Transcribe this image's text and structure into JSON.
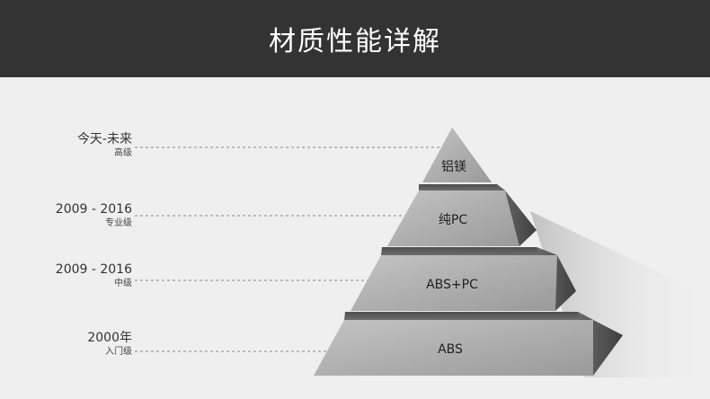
{
  "header": {
    "title": "材质性能详解"
  },
  "levels": [
    {
      "period": "今天-未来",
      "grade": "高级",
      "material": "铝镁"
    },
    {
      "period": "2009  - 2016",
      "grade": "专业级",
      "material": "纯PC"
    },
    {
      "period": "2009 - 2016",
      "grade": "中级",
      "material": "ABS+PC"
    },
    {
      "period": "2000年",
      "grade": "入门级",
      "material": "ABS"
    }
  ],
  "colors": {
    "header_bg": "#333333",
    "page_bg": "#efefef",
    "tier_front": "#a9a9a9",
    "tier_side": "#5a5a5a",
    "dashed_line": "#888888"
  }
}
